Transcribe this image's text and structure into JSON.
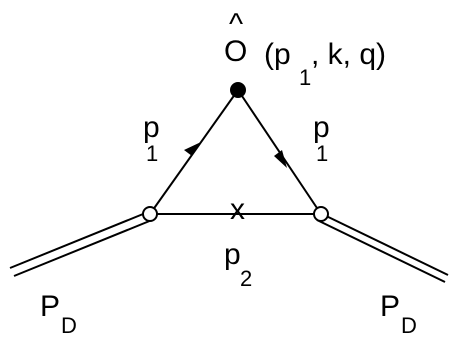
{
  "operator": {
    "hat": "^",
    "symbol": "O",
    "args_open": "(p",
    "args_sub": "1",
    "args_rest": ", k, q)"
  },
  "left_line": {
    "main": "p",
    "sub": "1"
  },
  "right_line": {
    "main": "p",
    "sub": "1"
  },
  "bottom_line": {
    "cross": "x",
    "main": "p",
    "sub": "2"
  },
  "left_external": {
    "main": "P",
    "sub": "D"
  },
  "right_external": {
    "main": "P",
    "sub": "D"
  }
}
